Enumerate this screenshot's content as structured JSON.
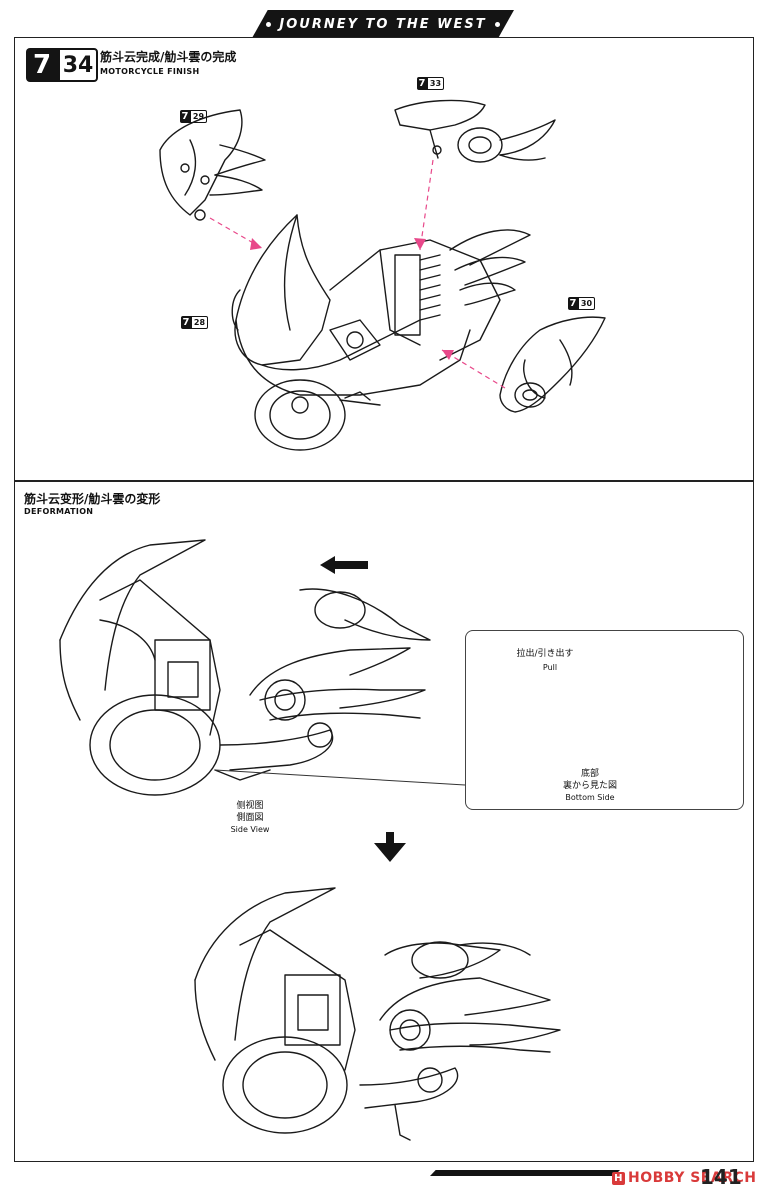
{
  "header": {
    "title": "JOURNEY TO THE WEST"
  },
  "step": {
    "major": "7",
    "minor": "34",
    "title_jp": "筋斗云完成/觔斗雲の完成",
    "title_en": "MOTORCYCLE FINISH"
  },
  "part_refs": [
    {
      "major": "7",
      "minor": "29"
    },
    {
      "major": "7",
      "minor": "33"
    },
    {
      "major": "7",
      "minor": "28"
    },
    {
      "major": "7",
      "minor": "30"
    }
  ],
  "deformation": {
    "title_jp": "筋斗云变形/觔斗雲の変形",
    "title_en": "DEFORMATION",
    "side_view": [
      "侧视图",
      "側面図",
      "Side View"
    ],
    "pull": [
      "拉出/引き出す",
      "Pull"
    ],
    "bottom_side": [
      "底部",
      "裏から見た図",
      "Bottom Side"
    ]
  },
  "footer": {
    "watermark": "HOBBY SEARCH",
    "watermark_icon": "H",
    "page": "141"
  },
  "colors": {
    "accent_arrow": "#e8488a",
    "ink": "#141414",
    "watermark": "#d93a3a"
  }
}
